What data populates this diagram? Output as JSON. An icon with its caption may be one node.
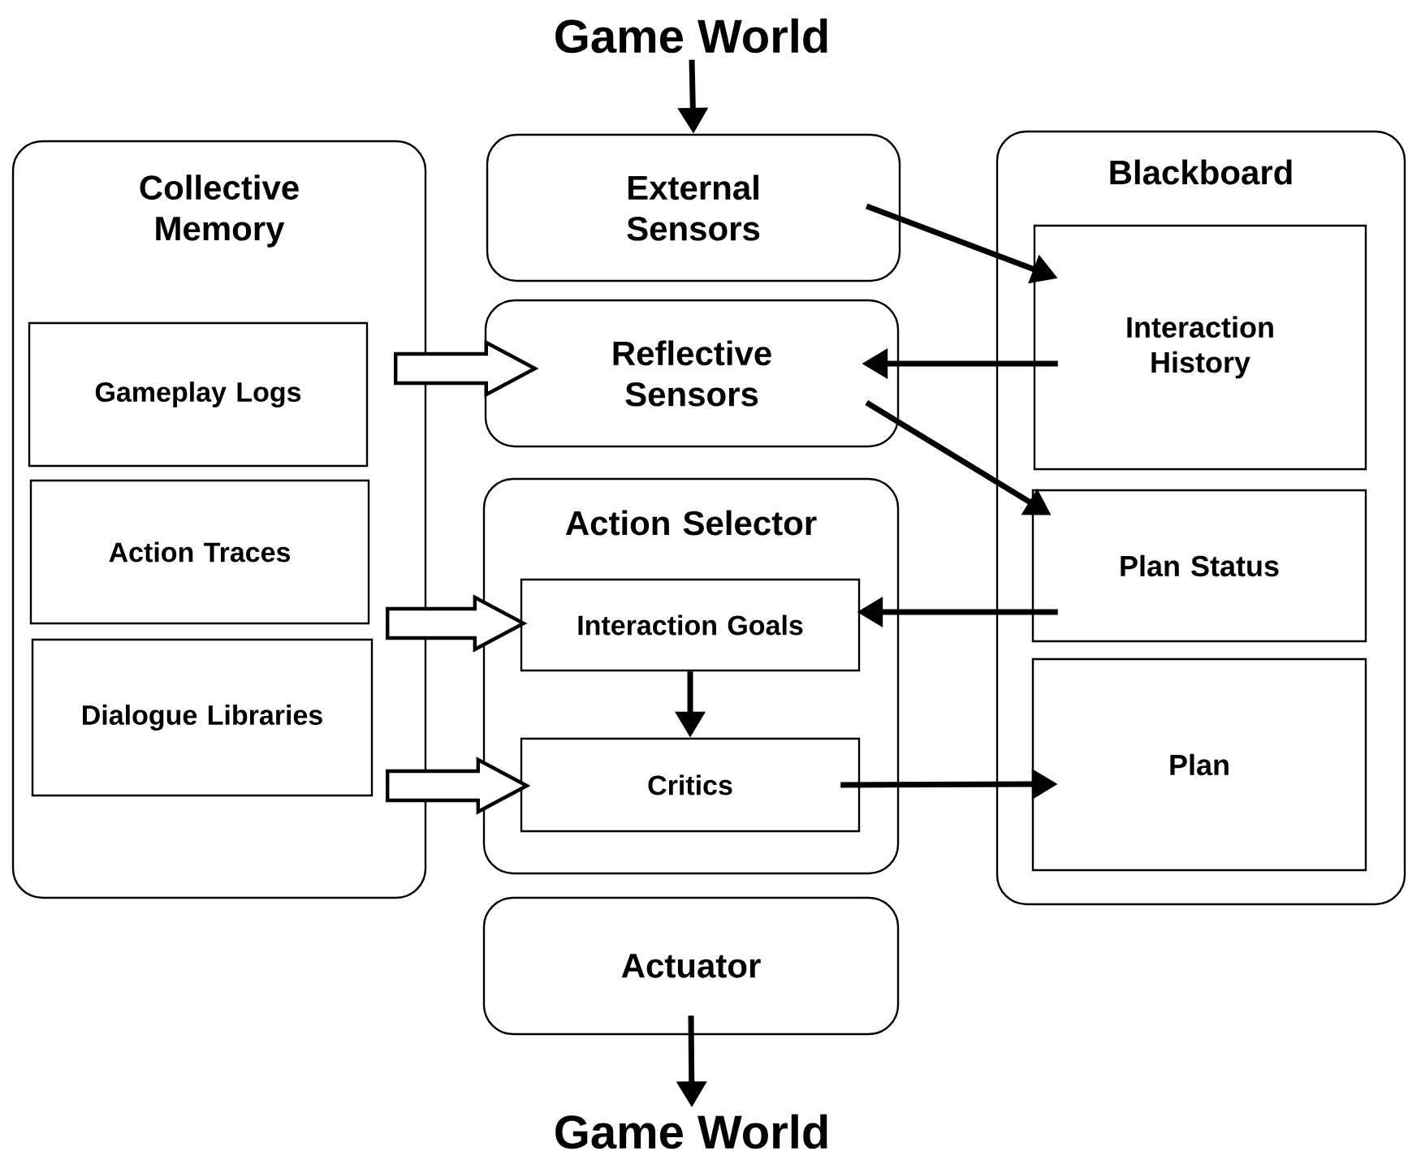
{
  "diagram": {
    "nodes": [
      {
        "text": [
          "Game World"
        ]
      },
      {
        "text": [
          "Collective Memory"
        ]
      },
      {
        "text": [
          "Gameplay Logs"
        ],
        "in": 1
      },
      {
        "text": [
          "Action Traces"
        ],
        "in": 1
      },
      {
        "text": [
          "Dialogue Libraries"
        ],
        "in": 1
      },
      {
        "text": [
          "External Sensors"
        ]
      },
      {
        "text": [
          "Reflective Sensors"
        ]
      },
      {
        "text": [
          "Action Selector"
        ]
      },
      {
        "text": [
          "Interaction Goals"
        ],
        "in": 7
      },
      {
        "text": [
          "Critics"
        ],
        "in": 7
      },
      {
        "text": [
          "Blackboard"
        ]
      },
      {
        "text": [
          "Interaction History"
        ],
        "in": 10
      },
      {
        "text": [
          "Plan Status"
        ],
        "in": 10
      },
      {
        "text": [
          "Plan"
        ],
        "in": 10
      },
      {
        "text": [
          "Actuator"
        ]
      },
      {
        "text": [
          "Game World"
        ]
      }
    ],
    "edges": [
      {
        "from": 0,
        "to": 5,
        "arrow": "to"
      },
      {
        "from": 5,
        "to": 11,
        "arrow": "to"
      },
      {
        "from": 11,
        "to": 6,
        "arrow": "to"
      },
      {
        "from": 6,
        "to": 12,
        "arrow": "to"
      },
      {
        "from": 12,
        "to": 8,
        "arrow": "to"
      },
      {
        "from": 8,
        "to": 9,
        "arrow": "to"
      },
      {
        "from": 9,
        "to": 13,
        "arrow": "to"
      },
      {
        "from": 1,
        "to": 6,
        "arrow": "to",
        "style": "thick"
      },
      {
        "from": 1,
        "to": 8,
        "arrow": "to",
        "style": "thick"
      },
      {
        "from": 1,
        "to": 9,
        "arrow": "to",
        "style": "thick"
      },
      {
        "from": 14,
        "to": 15,
        "arrow": "to"
      }
    ]
  }
}
